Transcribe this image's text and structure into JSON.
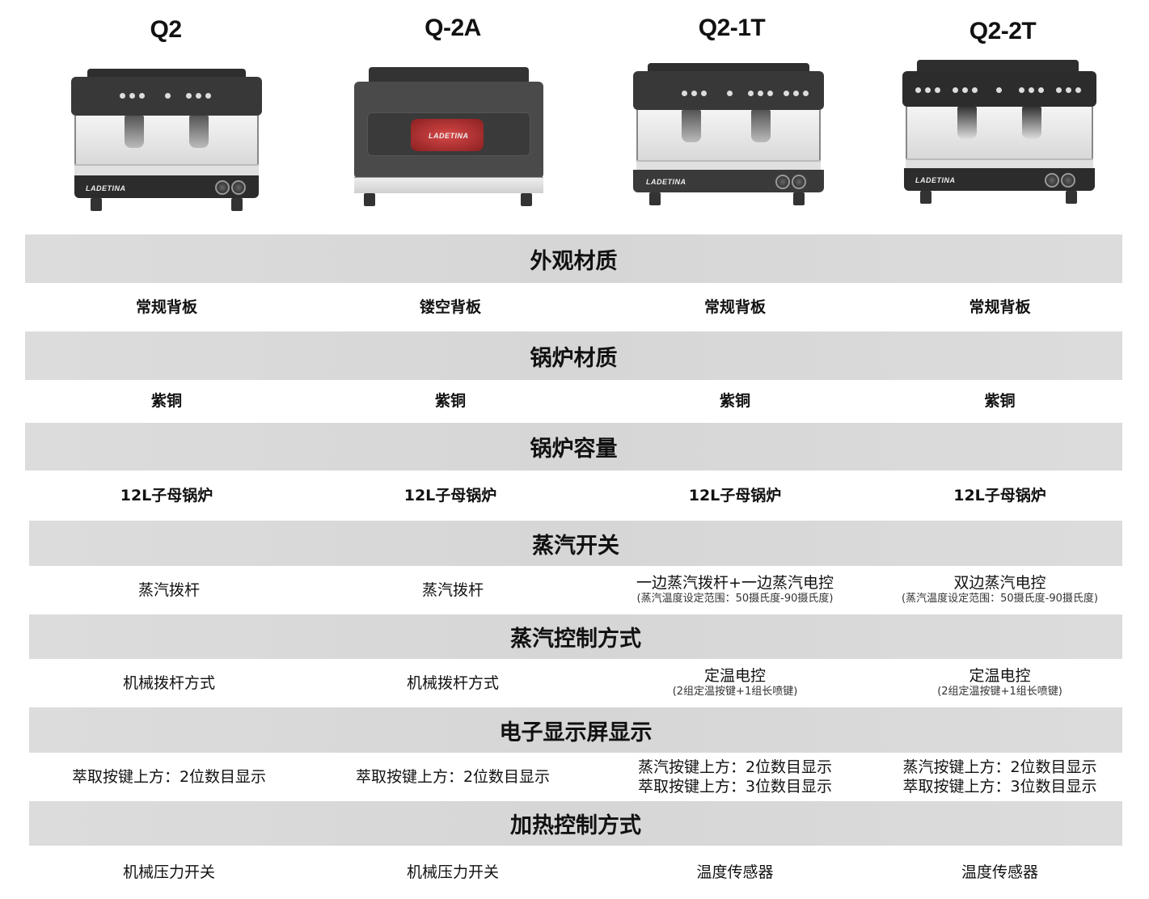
{
  "products": [
    {
      "name": "Q2",
      "image": "espresso-machine-q2",
      "logo": "LADETINA"
    },
    {
      "name": "Q-2A",
      "image": "espresso-machine-q-2a",
      "logo": "LADETINA"
    },
    {
      "name": "Q2-1T",
      "image": "espresso-machine-q2-1t",
      "logo": "LADETINA"
    },
    {
      "name": "Q2-2T",
      "image": "espresso-machine-q2-2t",
      "logo": "LADETINA"
    }
  ],
  "sections": [
    {
      "title": "外观材质",
      "values": [
        {
          "main": "常规背板"
        },
        {
          "main": "镂空背板"
        },
        {
          "main": "常规背板"
        },
        {
          "main": "常规背板"
        }
      ]
    },
    {
      "title": "锅炉材质",
      "values": [
        {
          "main": "紫铜"
        },
        {
          "main": "紫铜"
        },
        {
          "main": "紫铜"
        },
        {
          "main": "紫铜"
        }
      ]
    },
    {
      "title": "锅炉容量",
      "values": [
        {
          "main": "12L子母锅炉"
        },
        {
          "main": "12L子母锅炉"
        },
        {
          "main": "12L子母锅炉"
        },
        {
          "main": "12L子母锅炉"
        }
      ]
    },
    {
      "title": "蒸汽开关",
      "values": [
        {
          "main": "蒸汽拨杆"
        },
        {
          "main": "蒸汽拨杆"
        },
        {
          "main": "一边蒸汽拨杆+一边蒸汽电控",
          "sub": "(蒸汽温度设定范围：50摄氏度-90摄氏度)"
        },
        {
          "main": "双边蒸汽电控",
          "sub": "(蒸汽温度设定范围：50摄氏度-90摄氏度)"
        }
      ]
    },
    {
      "title": "蒸汽控制方式",
      "values": [
        {
          "main": "机械拨杆方式"
        },
        {
          "main": "机械拨杆方式"
        },
        {
          "main": "定温电控",
          "sub": "(2组定温按键+1组长喷键)"
        },
        {
          "main": "定温电控",
          "sub": "(2组定温按键+1组长喷键)"
        }
      ]
    },
    {
      "title": "电子显示屏显示",
      "values": [
        {
          "main": "萃取按键上方：2位数目显示"
        },
        {
          "main": "萃取按键上方：2位数目显示"
        },
        {
          "main": "蒸汽按键上方：2位数目显示",
          "main2": "萃取按键上方：3位数目显示"
        },
        {
          "main": "蒸汽按键上方：2位数目显示",
          "main2": "萃取按键上方：3位数目显示"
        }
      ]
    },
    {
      "title": "加热控制方式",
      "values": [
        {
          "main": "机械压力开关"
        },
        {
          "main": "机械压力开关"
        },
        {
          "main": "温度传感器"
        },
        {
          "main": "温度传感器"
        }
      ]
    }
  ],
  "colors": {
    "header_band": "#dcdcdc",
    "row_bg": "#ffffff",
    "text": "#111111",
    "machine_body": "#2e2e2e",
    "boiler_red": "#c83a3a"
  }
}
